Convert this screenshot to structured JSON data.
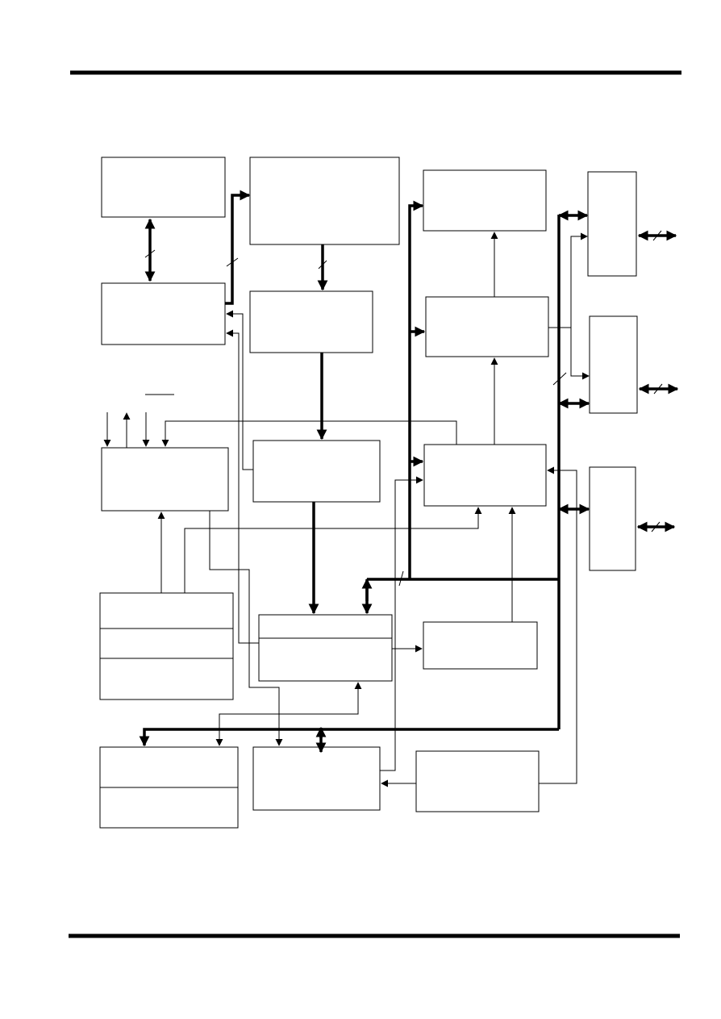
{
  "page": {
    "header_rule": "page-top-rule",
    "footer_rule": "page-bottom-rule"
  },
  "diagram": {
    "blocks": [
      "block-a",
      "block-b",
      "block-c",
      "block-d",
      "block-e",
      "block-f",
      "block-g",
      "block-h",
      "block-i",
      "block-j",
      "block-k",
      "block-l",
      "block-m",
      "block-n",
      "block-o",
      "block-p",
      "block-q"
    ],
    "text_labels": []
  }
}
